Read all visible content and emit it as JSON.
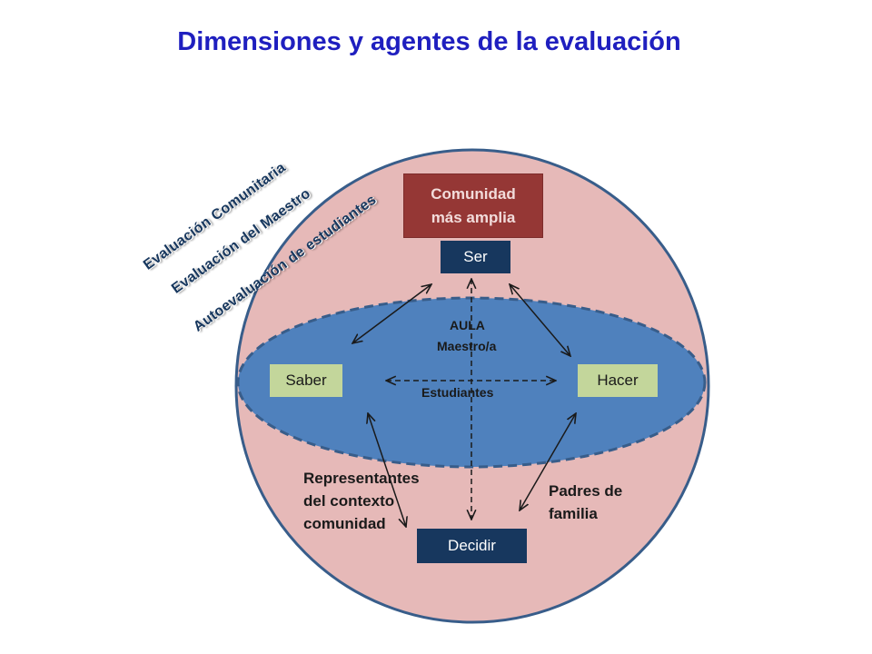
{
  "title": "Dimensiones y agentes de la evaluación",
  "diagonal_labels": {
    "community": "Evaluación Comunitaria",
    "teacher": "Evaluación del Maestro",
    "self": "Autoevaluación de estudiantes"
  },
  "boxes": {
    "comunidad": "Comunidad\nmás amplia",
    "ser": "Ser",
    "saber": "Saber",
    "hacer": "Hacer",
    "decidir": "Decidir"
  },
  "labels": {
    "aula": "AULA",
    "maestro": "Maestro/a",
    "estudiantes": "Estudiantes",
    "representantes": "Representantes\ndel contexto\ncomunidad",
    "padres": "Padres de\nfamilia"
  },
  "colors": {
    "title": "#1f1fbf",
    "outer_circle": "#e6b9b8",
    "inner_ellipse": "#4f81bd",
    "comunidad_box": "#953735",
    "dark_box": "#17375e",
    "green_box": "#c3d69b"
  }
}
